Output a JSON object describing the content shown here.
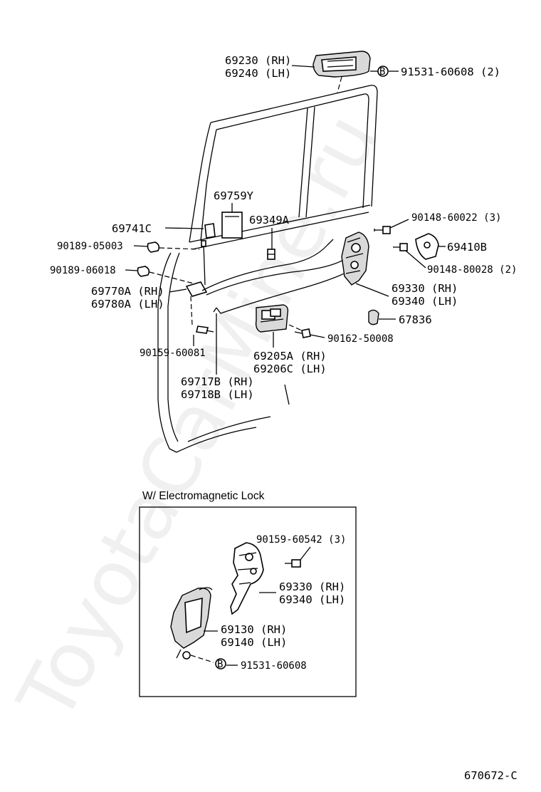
{
  "watermark": "ToyotaCarMine.ru",
  "parts": {
    "outer_handle_rh": "69230 (RH)",
    "outer_handle_lh": "69240 (LH)",
    "outer_handle_bolt": "91531-60608 (2)",
    "bolt_b_symbol": "B",
    "pad": "69759Y",
    "clip_69741c": "69741C",
    "clip_69349a": "69349A",
    "bolt_90189_05003": "90189-05003",
    "bolt_90189_06018": "90189-06018",
    "screw_90148_60022": "90148-60022 (3)",
    "striker": "69410B",
    "screw_90148_80028": "90148-80028 (2)",
    "rod_69770a": "69770A (RH)",
    "rod_69780a": "69780A (LH)",
    "lock_69330": "69330 (RH)",
    "lock_69340": "69340 (LH)",
    "bumper_67836": "67836",
    "screw_90159_60081": "90159-60081",
    "screw_90162_50008": "90162-50008",
    "inner_handle_rh": "69205A (RH)",
    "inner_handle_lh": "69206C (LH)",
    "rod_69717b": "69717B (RH)",
    "rod_69718b": "69718B (LH)"
  },
  "inset": {
    "title": "W/ Electromagnetic Lock",
    "screw_90159_60542": "90159-60542 (3)",
    "lock_rh": "69330 (RH)",
    "lock_lh": "69340 (LH)",
    "handle_rh": "69130 (RH)",
    "handle_lh": "69140 (LH)",
    "bolt": "91531-60608",
    "bolt_b_symbol": "B"
  },
  "figure_code": "670672-C"
}
